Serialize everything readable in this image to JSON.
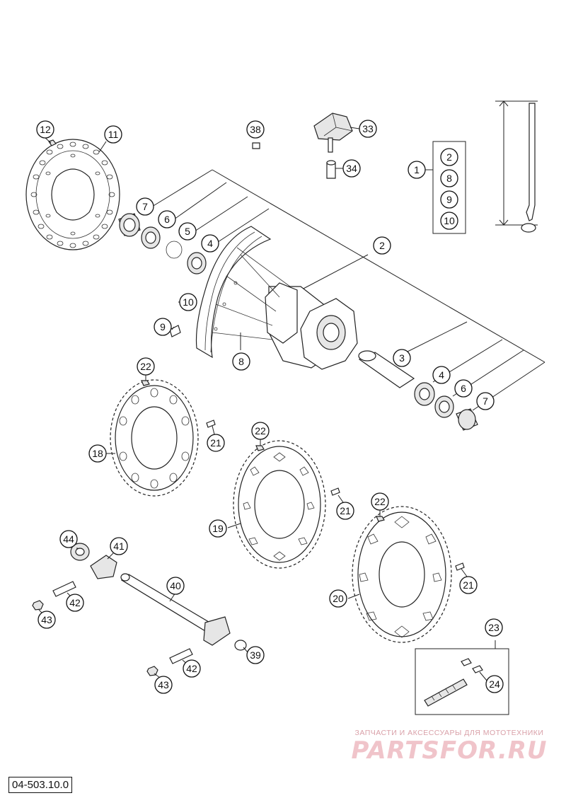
{
  "drawing_code": "04-503.10.0",
  "watermark": {
    "tagline": "ЗАПЧАСТИ И АКСЕССУАРЫ ДЛЯ МОТОТЕХНИКИ",
    "logo": "PARTSFOR.RU"
  },
  "colors": {
    "line": "#222222",
    "watermark": "#f0c4ca"
  },
  "callouts": {
    "c12": "12",
    "c11": "11",
    "c38": "38",
    "c33": "33",
    "c34": "34",
    "c1": "1",
    "c2a": "2",
    "c8a": "8",
    "c9a": "9",
    "c10a": "10",
    "c7a": "7",
    "c6a": "6",
    "c5": "5",
    "c4a": "4",
    "c2": "2",
    "c10": "10",
    "c9": "9",
    "c8": "8",
    "c3": "3",
    "c4b": "4",
    "c6b": "6",
    "c7b": "7",
    "c22a": "22",
    "c21a": "21",
    "c18": "18",
    "c22b": "22",
    "c21b": "21",
    "c19": "19",
    "c22c": "22",
    "c21c": "21",
    "c20": "20",
    "c44": "44",
    "c41": "41",
    "c40": "40",
    "c42a": "42",
    "c43a": "43",
    "c39": "39",
    "c42b": "42",
    "c43b": "43",
    "c23": "23",
    "c24": "24"
  }
}
